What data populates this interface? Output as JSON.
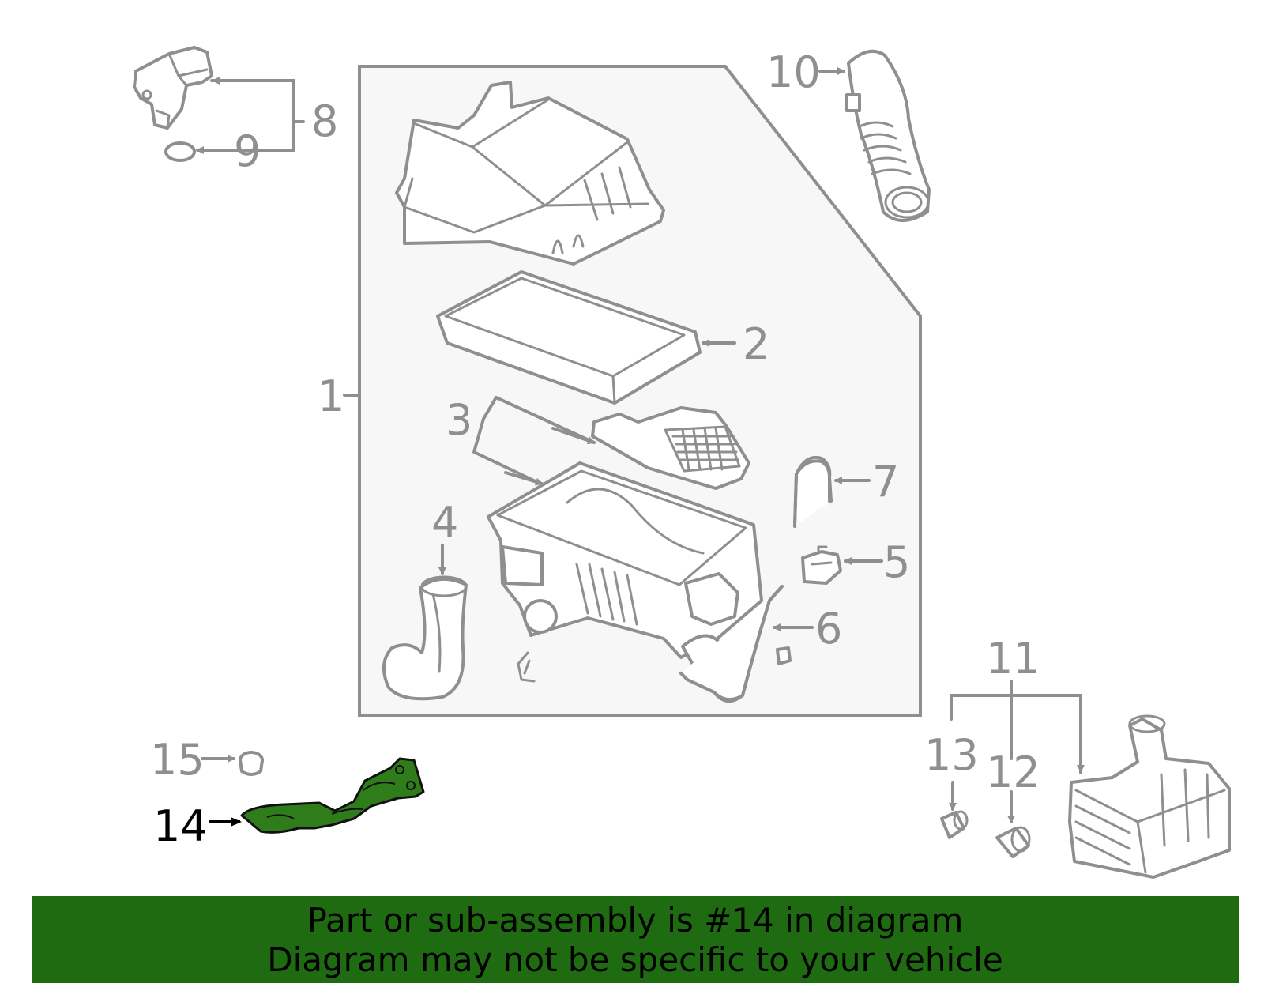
{
  "colors": {
    "line": "#8f8f8f",
    "panel": "#f7f7f7",
    "highlight_part": "#2e7d1a",
    "highlight_label": "#000000",
    "banner": "#1f6b12"
  },
  "callouts": {
    "c1": "1",
    "c2": "2",
    "c3": "3",
    "c4": "4",
    "c5": "5",
    "c6": "6",
    "c7": "7",
    "c8": "8",
    "c9": "9",
    "c10": "10",
    "c11": "11",
    "c12": "12",
    "c13": "13",
    "c14": "14",
    "c15": "15"
  },
  "highlighted_callout": "14",
  "banner": {
    "line1": "Part or sub-assembly is #14 in diagram",
    "line2": "Diagram may not be specific to your vehicle"
  }
}
